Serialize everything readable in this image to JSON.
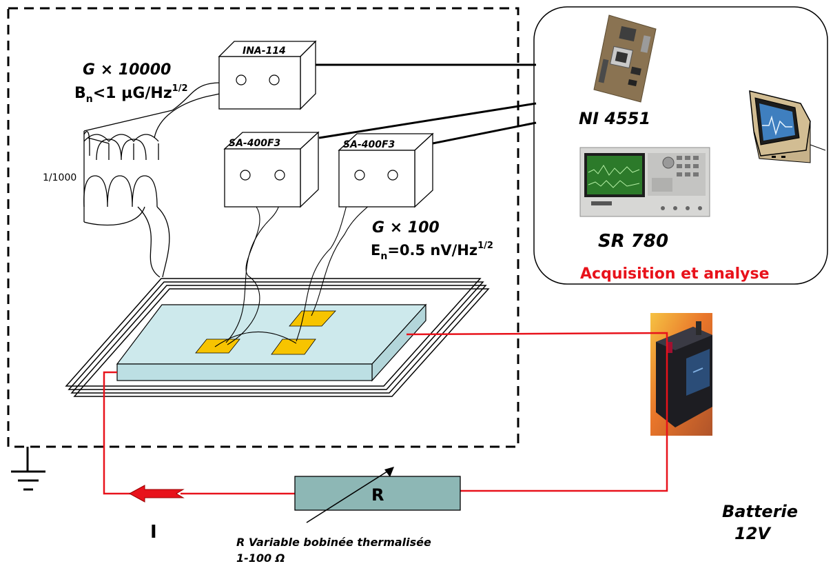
{
  "labels": {
    "ina_gain": "G × 10000",
    "ina_noise_prefix": "B",
    "ina_noise_sub": "n",
    "ina_noise_mid": "<1 µG/Hz",
    "ina_noise_sup": "1/2",
    "ratio": "1/1000",
    "ina_box": "INA-114",
    "sa_box_1": "SA-400F3",
    "sa_box_2": "SA-400F3",
    "sa_gain": "G × 100",
    "sa_noise_prefix": "E",
    "sa_noise_sub": "n",
    "sa_noise_mid": "=0.5 nV/Hz",
    "sa_noise_sup": "1/2",
    "ni_card": "NI 4551",
    "sr_analyzer": "SR 780",
    "acquisition": "Acquisition et analyse",
    "resistor": "R",
    "current": "I",
    "battery_line1": "Batterie",
    "battery_line2": "12V",
    "resistor_desc_line1": "R Variable bobinée thermalisée",
    "resistor_desc_line2": "1-100 Ω"
  },
  "colors": {
    "wire_red": "#e8121b",
    "acquisition_text": "#e8121b",
    "sample_fill": "#cde9ec",
    "pad_fill": "#f7c400",
    "resistor_fill": "#8db7b5"
  },
  "icons": {
    "ni_card": "circuit-board-icon",
    "sr_analyzer": "spectrum-analyzer-icon",
    "computer": "computer-monitor-icon",
    "battery": "car-battery-icon",
    "ground": "ground-symbol-icon"
  }
}
